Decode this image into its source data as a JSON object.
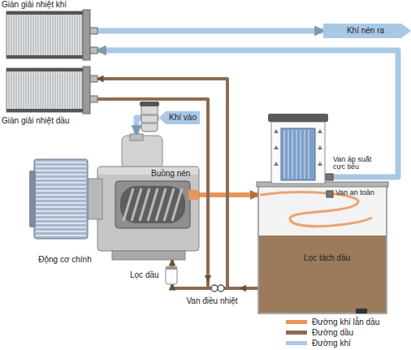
{
  "diagram": {
    "nodes": [
      {
        "text": [
          "Giàn giải nhiệt khí"
        ]
      },
      {
        "text": [
          "Khí nén ra"
        ]
      },
      {
        "text": [
          "Giàn giải nhiệt dầu"
        ]
      },
      {
        "text": [
          "Khí vào"
        ]
      },
      {
        "text": [
          "Van áp suất cực tiểu"
        ]
      },
      {
        "text": [
          "Buồng nén"
        ]
      },
      {
        "text": [
          "Động cơ chính"
        ]
      },
      {
        "text": [
          "Lọc tách dầu"
        ]
      },
      {
        "text": [
          "Van an toàn"
        ],
        "in": 7
      },
      {
        "text": [
          "Lọc dầu"
        ]
      },
      {
        "text": [
          "Van điều nhiệt"
        ]
      }
    ],
    "edges": [
      {
        "from": 3,
        "to": 5,
        "arrow": "to"
      },
      {
        "from": 5,
        "to": 7,
        "arrow": "to"
      },
      {
        "from": 4,
        "to": 0,
        "arrow": "to"
      },
      {
        "from": 0,
        "to": 1,
        "arrow": "to"
      },
      {
        "from": 7,
        "to": 10,
        "arrow": "to"
      },
      {
        "from": 10,
        "to": 2,
        "arrow": "to"
      },
      {
        "from": 2,
        "to": 10,
        "arrow": "to"
      },
      {
        "from": 10,
        "to": 9,
        "arrow": "to"
      },
      {
        "from": 9,
        "to": 5,
        "arrow": "to"
      }
    ],
    "legend": [
      {
        "text": "Đường khí lẫn dầu",
        "color": "#e8955a"
      },
      {
        "text": "Đường dầu",
        "color": "#8c6b52"
      },
      {
        "text": "Đường khí",
        "color": "#a9c8e6"
      }
    ]
  }
}
